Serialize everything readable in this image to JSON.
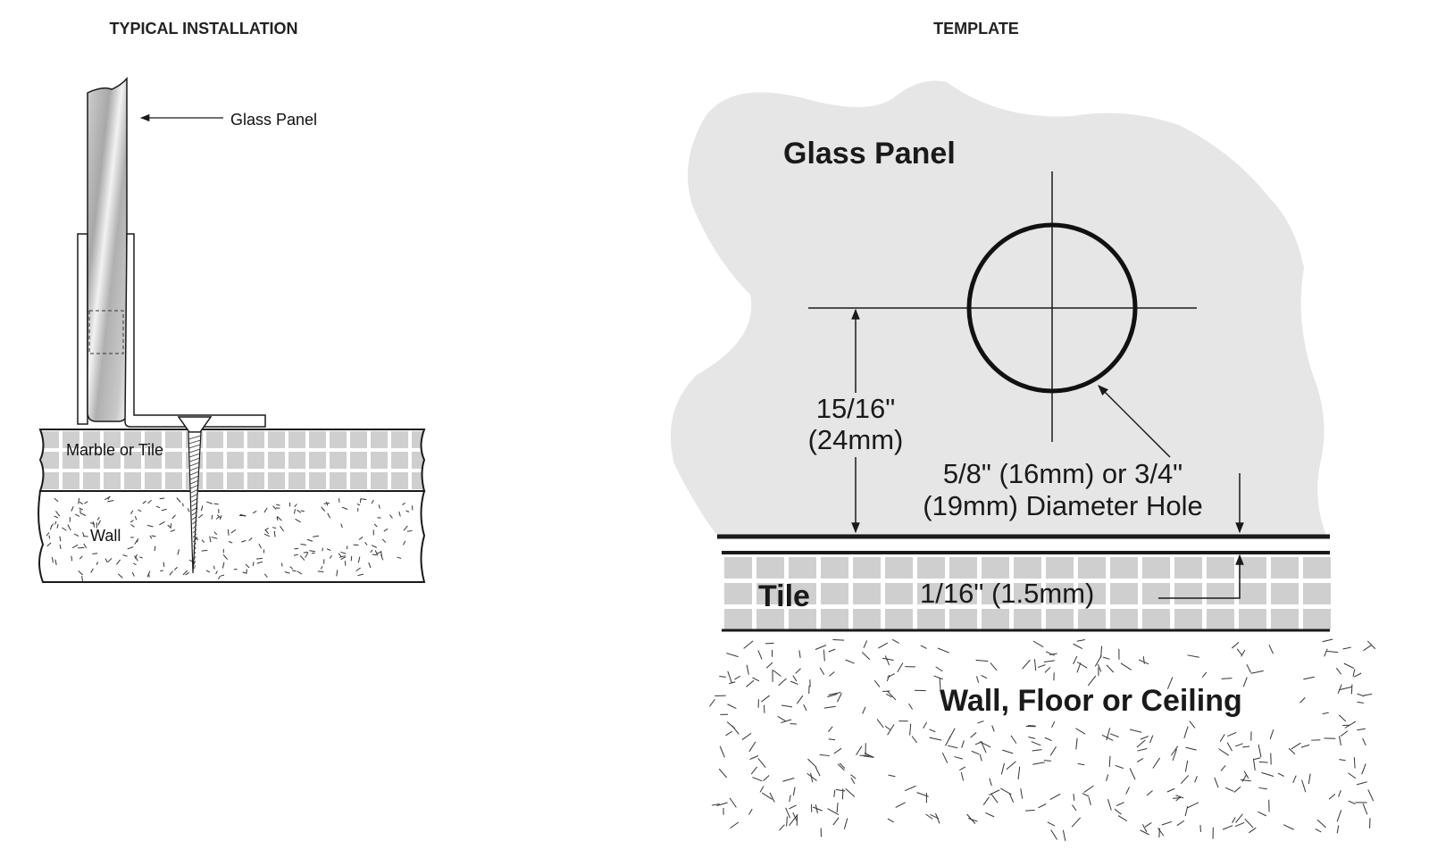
{
  "left": {
    "title": "TYPICAL INSTALLATION",
    "labels": {
      "glass": "Glass Panel",
      "tile": "Marble or Tile",
      "wall": "Wall"
    }
  },
  "right": {
    "title": "TEMPLATE",
    "labels": {
      "glass": "Glass Panel",
      "offset_line1": "15/16\"",
      "offset_line2": "(24mm)",
      "hole_line1": "5/8\" (16mm) or 3/4\"",
      "hole_line2": "(19mm) Diameter Hole",
      "tile": "Tile",
      "gap": "1/16\" (1.5mm)",
      "wall": "Wall, Floor or Ceiling"
    }
  },
  "colors": {
    "tile_gray": "#cfcfcf",
    "panel_gray": "#e6e6e6",
    "line": "#1a1a1a"
  }
}
